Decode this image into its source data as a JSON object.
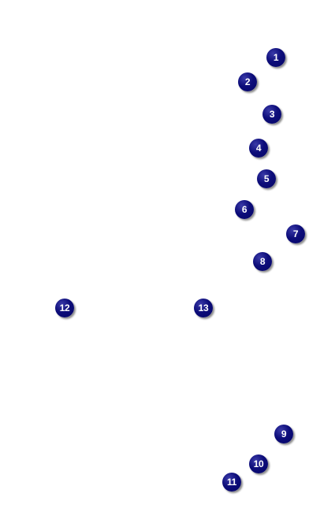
{
  "markers": [
    {
      "label": "1"
    },
    {
      "label": "2"
    },
    {
      "label": "3"
    },
    {
      "label": "4"
    },
    {
      "label": "5"
    },
    {
      "label": "6"
    },
    {
      "label": "7"
    },
    {
      "label": "8"
    },
    {
      "label": "9"
    },
    {
      "label": "10"
    },
    {
      "label": "11"
    },
    {
      "label": "12"
    },
    {
      "label": "13"
    }
  ],
  "colors": {
    "background": "#ffffff",
    "marker_fill": "#0d0d7a",
    "marker_text": "#ffffff"
  }
}
